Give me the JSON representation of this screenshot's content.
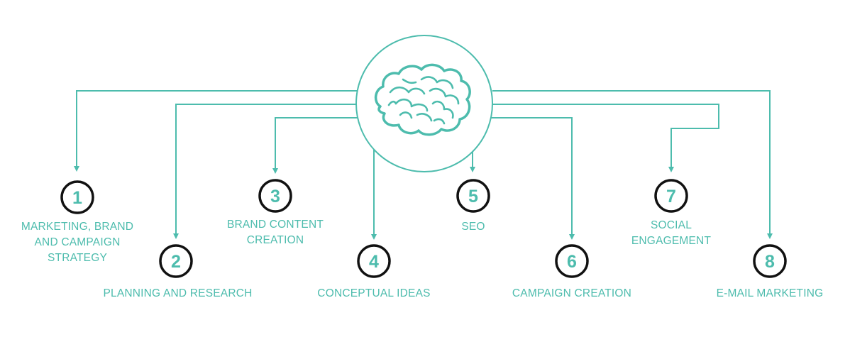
{
  "colors": {
    "accent": "#4dbcad",
    "number_circle": "#111111",
    "background": "#ffffff"
  },
  "hub": {
    "icon": "brain-icon"
  },
  "steps": [
    {
      "number": "1",
      "label_lines": [
        "MARKETING, BRAND",
        "AND CAMPAIGN",
        "STRATEGY"
      ]
    },
    {
      "number": "2",
      "label_lines": [
        "PLANNING AND RESEARCH"
      ]
    },
    {
      "number": "3",
      "label_lines": [
        "BRAND CONTENT",
        "CREATION"
      ]
    },
    {
      "number": "4",
      "label_lines": [
        "CONCEPTUAL IDEAS"
      ]
    },
    {
      "number": "5",
      "label_lines": [
        "SEO"
      ]
    },
    {
      "number": "6",
      "label_lines": [
        "CAMPAIGN CREATION"
      ]
    },
    {
      "number": "7",
      "label_lines": [
        "SOCIAL",
        "ENGAGEMENT"
      ]
    },
    {
      "number": "8",
      "label_lines": [
        "E-MAIL MARKETING"
      ]
    }
  ]
}
